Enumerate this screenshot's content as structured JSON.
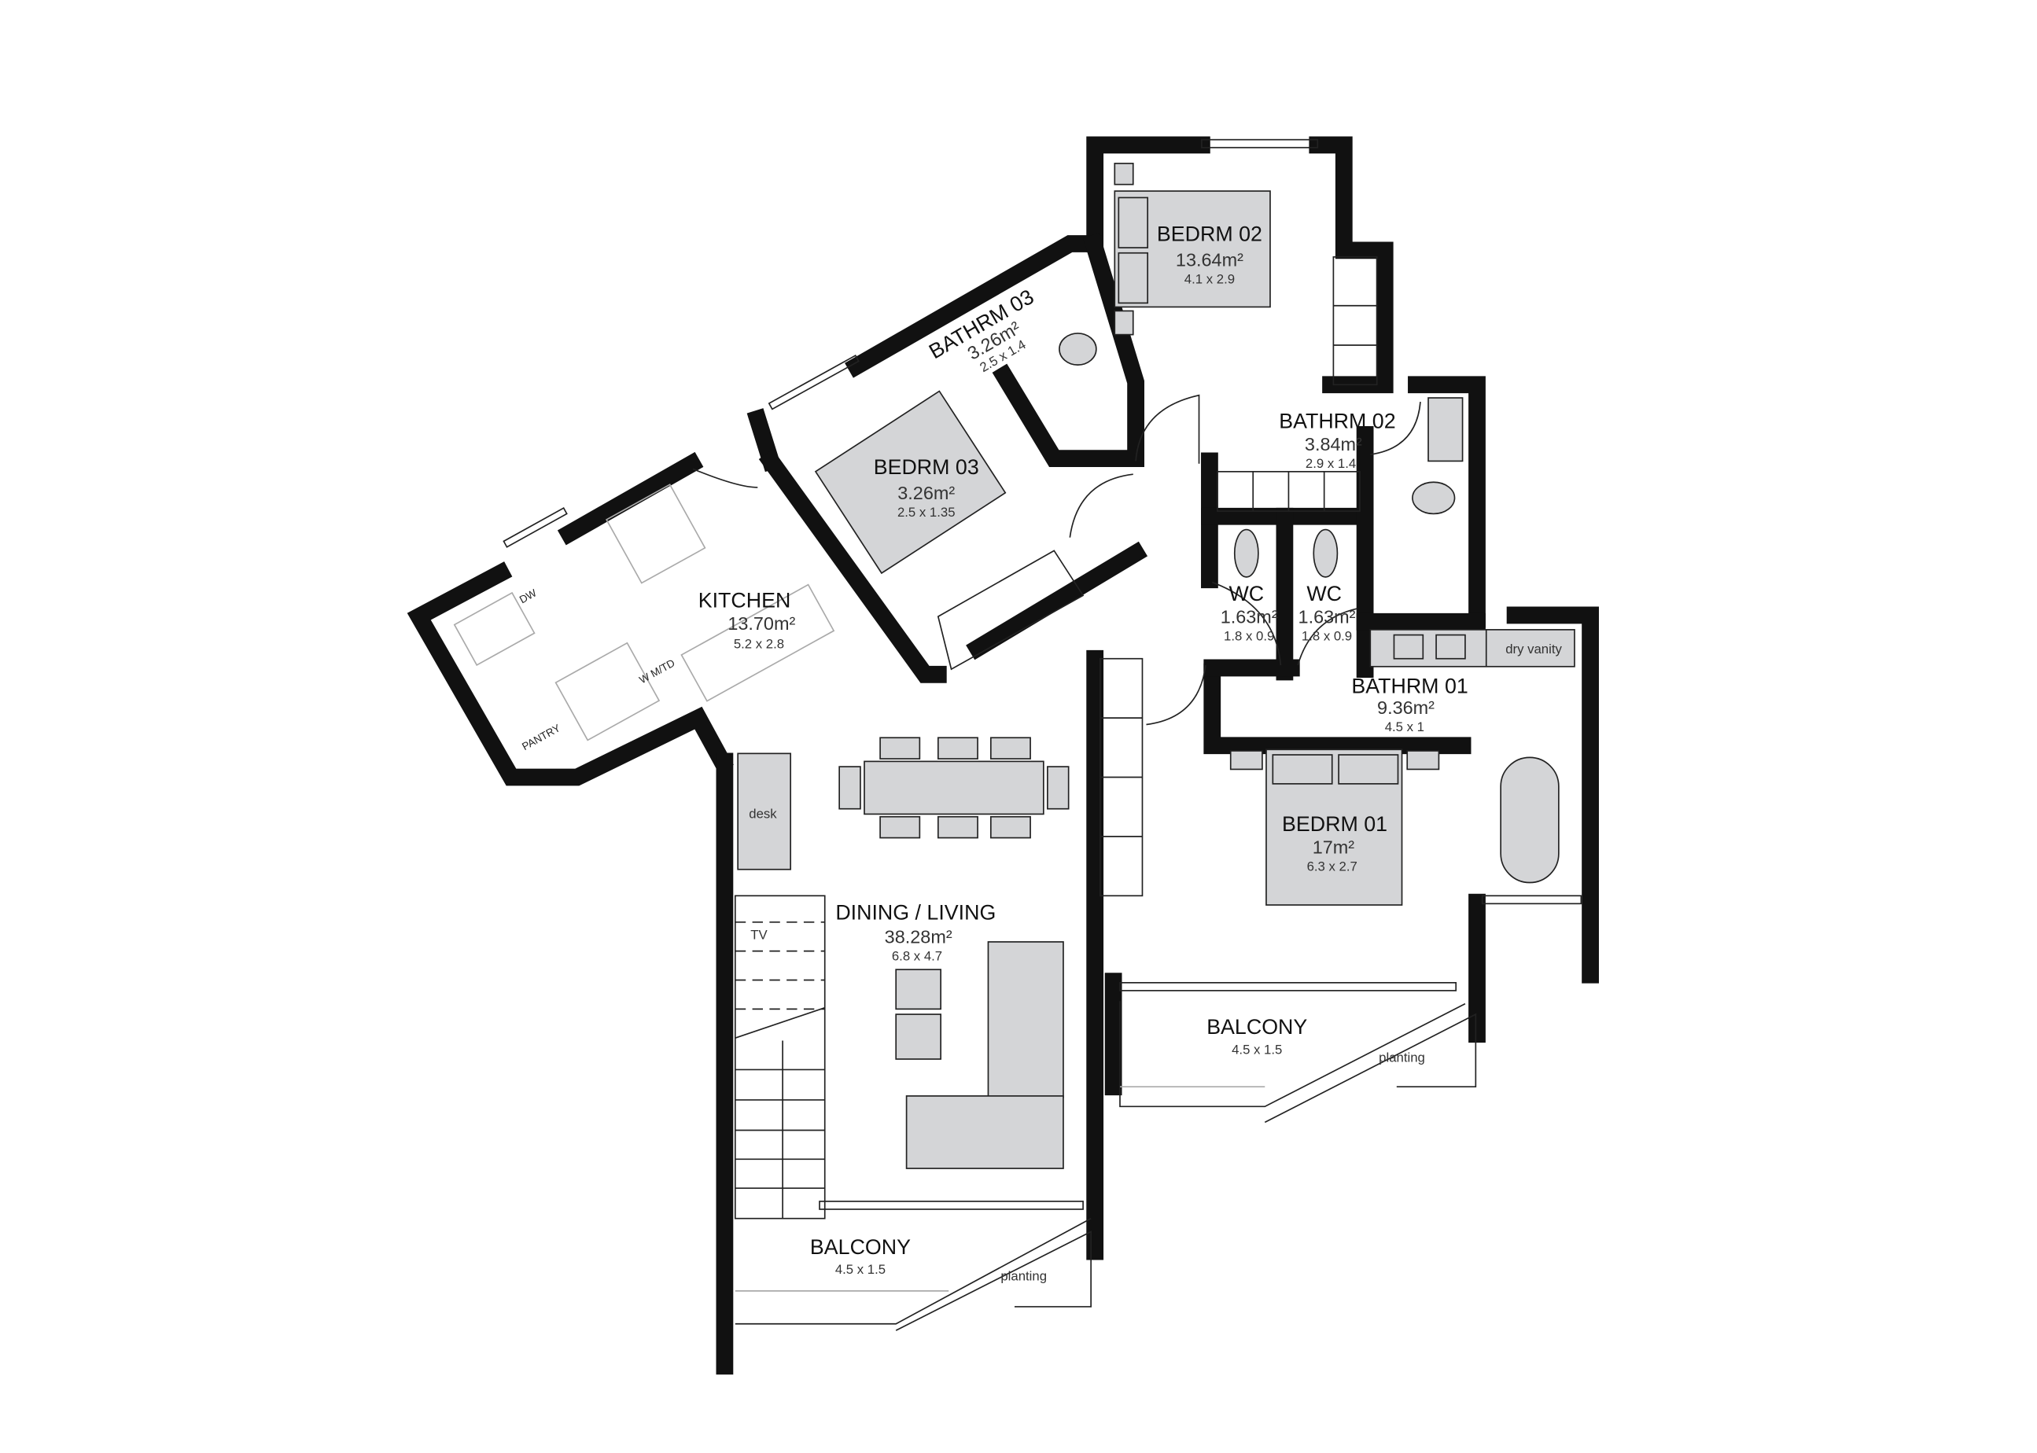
{
  "rooms": {
    "bedrm02": {
      "name": "BEDRM 02",
      "area": "13.64m²",
      "dims": "4.1 x 2.9"
    },
    "bathrm03": {
      "name": "BATHRM 03",
      "area": "3.26m²",
      "dims": "2.5 x 1.4"
    },
    "bedrm03": {
      "name": "BEDRM 03",
      "area": "3.26m²",
      "dims": "2.5 x 1.35"
    },
    "bathrm02": {
      "name": "BATHRM 02",
      "area": "3.84m²",
      "dims": "2.9 x 1.4"
    },
    "wc1": {
      "name": "WC",
      "area": "1.63m²",
      "dims": "1.8 x 0.9"
    },
    "wc2": {
      "name": "WC",
      "area": "1.63m²",
      "dims": "1.8 x 0.9"
    },
    "kitchen": {
      "name": "KITCHEN",
      "area": "13.70m²",
      "dims": "5.2 x 2.8"
    },
    "bathrm01": {
      "name": "BATHRM 01",
      "area": "9.36m²",
      "dims": "4.5 x 1"
    },
    "bedrm01": {
      "name": "BEDRM 01",
      "area": "17m²",
      "dims": "6.3 x 2.7"
    },
    "living": {
      "name": "DINING / LIVING",
      "area": "38.28m²",
      "dims": "6.8 x 4.7"
    },
    "balcony_right": {
      "name": "BALCONY",
      "dims": "4.5 x 1.5"
    },
    "balcony_left": {
      "name": "BALCONY",
      "dims": "4.5 x 1.5"
    }
  },
  "annotations": {
    "dw": "DW",
    "wmtd": "W M/TD",
    "pantry": "PANTRY",
    "desk": "desk",
    "tv": "TV",
    "dry_vanity": "dry vanity",
    "planting_right": "planting",
    "planting_left": "planting"
  },
  "colors": {
    "wall": "#111111",
    "furniture": "#d4d5d7"
  }
}
